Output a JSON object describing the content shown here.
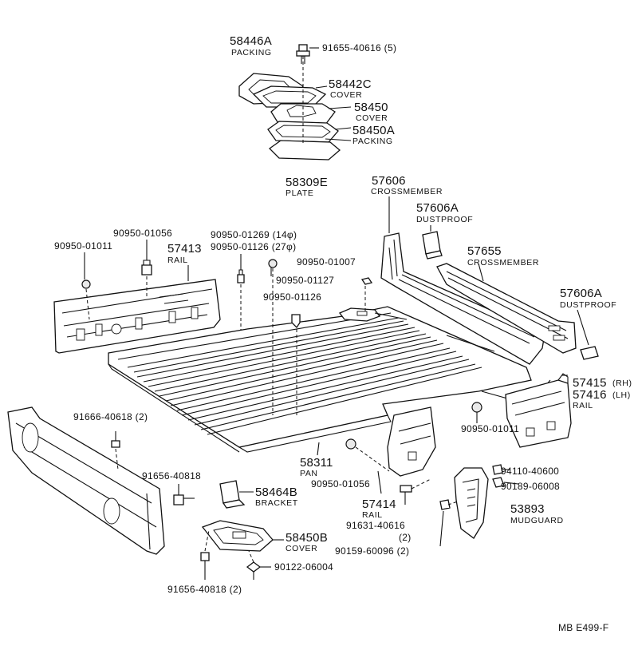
{
  "diagram": {
    "code": "MB  E499-F",
    "labels": {
      "p58446A": {
        "num": "58446A",
        "name": "PACKING"
      },
      "p58442C": {
        "num": "58442C",
        "name": "COVER"
      },
      "p58450": {
        "num": "58450",
        "name": "COVER"
      },
      "p58450A": {
        "num": "58450A",
        "name": "PACKING"
      },
      "p58309E": {
        "num": "58309E",
        "name": "PLATE"
      },
      "p57606": {
        "num": "57606",
        "name": "CROSSMEMBER"
      },
      "p57606A_top": {
        "num": "57606A",
        "name": "DUSTPROOF"
      },
      "p57655": {
        "num": "57655",
        "name": "CROSSMEMBER"
      },
      "p57606A_right": {
        "num": "57606A",
        "name": "DUSTPROOF"
      },
      "p57413": {
        "num": "57413",
        "name": "RAIL"
      },
      "p57415": {
        "num": "57415",
        "suffix": "(RH)"
      },
      "p57416": {
        "num": "57416",
        "suffix": "(LH)",
        "name": "RAIL"
      },
      "p58311": {
        "num": "58311",
        "name": "PAN"
      },
      "p57414": {
        "num": "57414",
        "name": "RAIL"
      },
      "p58464B": {
        "num": "58464B",
        "name": "BRACKET"
      },
      "p58450B": {
        "num": "58450B",
        "name": "COVER"
      },
      "p53893": {
        "num": "53893",
        "name": "MUDGUARD"
      },
      "b91655": "91655-40616 (5)",
      "b90950_01056_top": "90950-01056",
      "b90950_01011_left": "90950-01011",
      "b90950_01269": "90950-01269 (14φ)",
      "b90950_01126_27": "90950-01126 (27φ)",
      "b90950_01007": "90950-01007",
      "b90950_01127": "90950-01127",
      "b90950_01126": "90950-01126",
      "b91666": "91666-40618 (2)",
      "b91656_a": "91656-40818",
      "b91656_b": "91656-40818 (2)",
      "b90122": "90122-06004",
      "b90950_01056_bot": "90950-01056",
      "b91631": "91631-40616",
      "b91631_qty": "(2)",
      "b90159": "90159-60096 (2)",
      "b90950_01011_right": "90950-01011",
      "b94110": "94110-40600",
      "b90189": "90189-06008"
    }
  }
}
